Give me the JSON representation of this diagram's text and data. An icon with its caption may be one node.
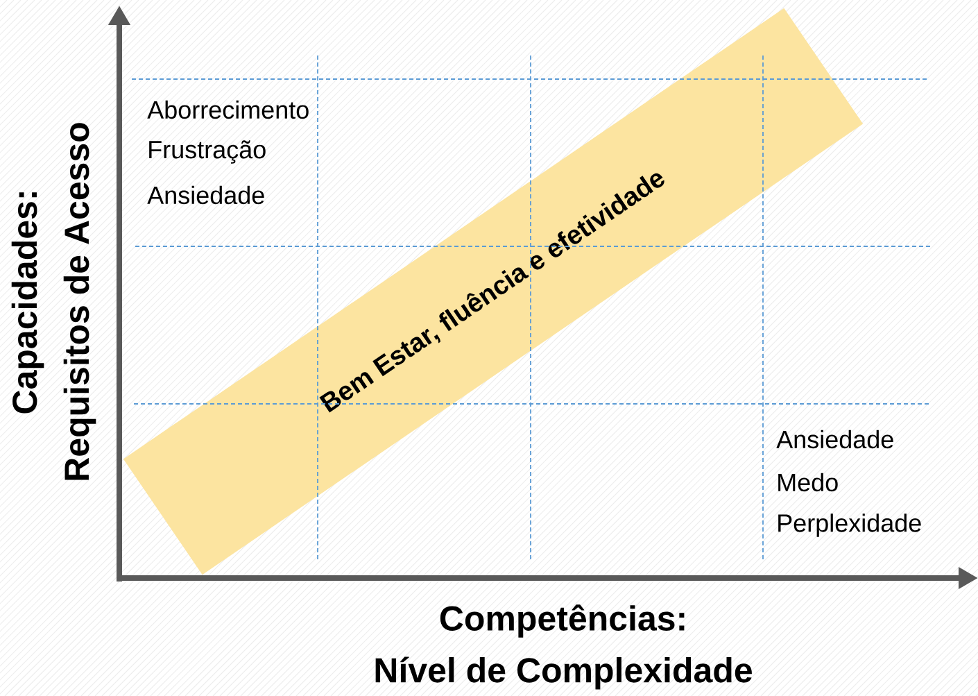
{
  "diagram": {
    "nodes": [
      {
        "text": [
          "Bem Estar, fluência e efetividade"
        ]
      }
    ],
    "labels": [
      "Aborrecimento",
      "Frustração",
      "Ansiedade",
      "Ansiedade",
      "Medo",
      "Perplexidade",
      "Capacidades:",
      "Requisitos de Acesso",
      "Competências:",
      "Nível de Complexidade"
    ]
  }
}
